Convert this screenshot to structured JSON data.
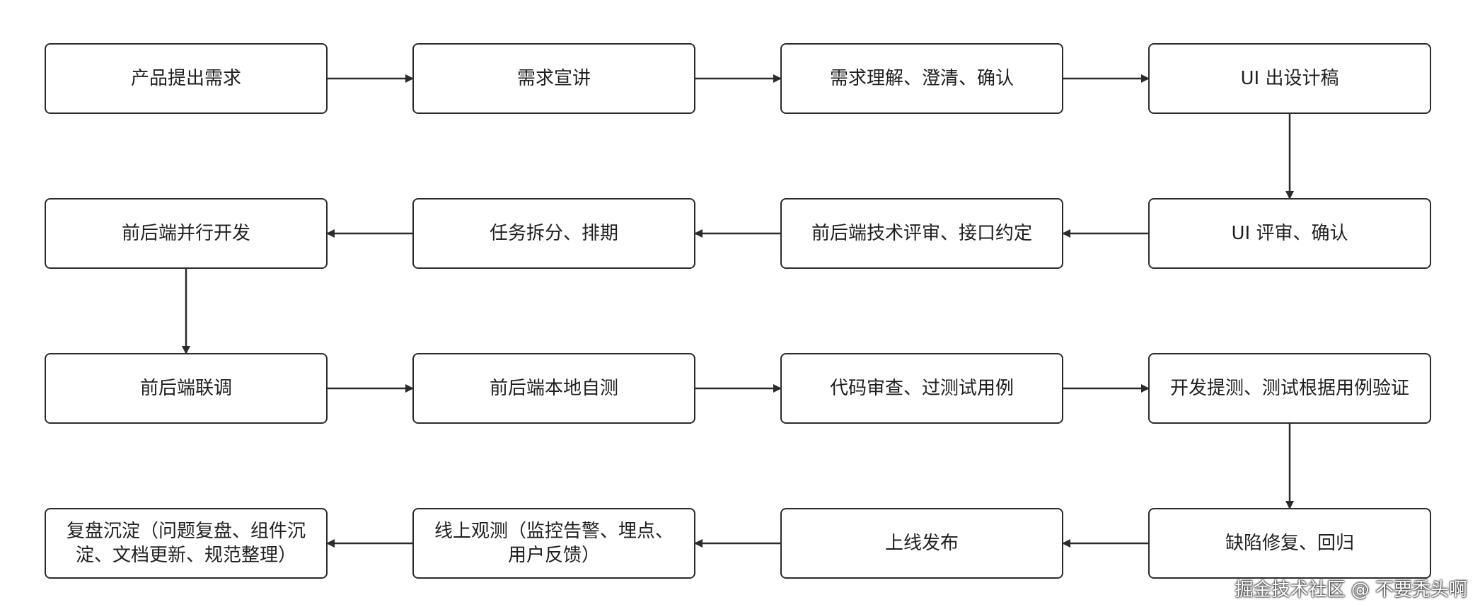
{
  "nodes": [
    {
      "id": "n1",
      "label": "产品提出需求"
    },
    {
      "id": "n2",
      "label": "需求宣讲"
    },
    {
      "id": "n3",
      "label": "需求理解、澄清、确认"
    },
    {
      "id": "n4",
      "label": "UI 出设计稿"
    },
    {
      "id": "n5",
      "label": "UI 评审、确认"
    },
    {
      "id": "n6",
      "label": "前后端技术评审、接口约定"
    },
    {
      "id": "n7",
      "label": "任务拆分、排期"
    },
    {
      "id": "n8",
      "label": "前后端并行开发"
    },
    {
      "id": "n9",
      "label": "前后端联调"
    },
    {
      "id": "n10",
      "label": "前后端本地自测"
    },
    {
      "id": "n11",
      "label": "代码审查、过测试用例"
    },
    {
      "id": "n12",
      "label": "开发提测、测试根据用例验证"
    },
    {
      "id": "n13",
      "label": "缺陷修复、回归"
    },
    {
      "id": "n14",
      "label": "上线发布"
    },
    {
      "id": "n15",
      "label": "线上观测（监控告警、埋点、用户反馈）"
    },
    {
      "id": "n16",
      "label": "复盘沉淀（问题复盘、组件沉淀、文档更新、规范整理）"
    }
  ],
  "edges": [
    {
      "from": "n1",
      "to": "n2"
    },
    {
      "from": "n2",
      "to": "n3"
    },
    {
      "from": "n3",
      "to": "n4"
    },
    {
      "from": "n4",
      "to": "n5"
    },
    {
      "from": "n5",
      "to": "n6"
    },
    {
      "from": "n6",
      "to": "n7"
    },
    {
      "from": "n7",
      "to": "n8"
    },
    {
      "from": "n8",
      "to": "n9"
    },
    {
      "from": "n9",
      "to": "n10"
    },
    {
      "from": "n10",
      "to": "n11"
    },
    {
      "from": "n11",
      "to": "n12"
    },
    {
      "from": "n12",
      "to": "n13"
    },
    {
      "from": "n13",
      "to": "n14"
    },
    {
      "from": "n14",
      "to": "n15"
    },
    {
      "from": "n15",
      "to": "n16"
    }
  ],
  "watermark": "掘金技术社区 @ 不要秃头啊",
  "colors": {
    "stroke": "#2b2b2b",
    "text": "#1f1f1f",
    "background": "#ffffff"
  }
}
